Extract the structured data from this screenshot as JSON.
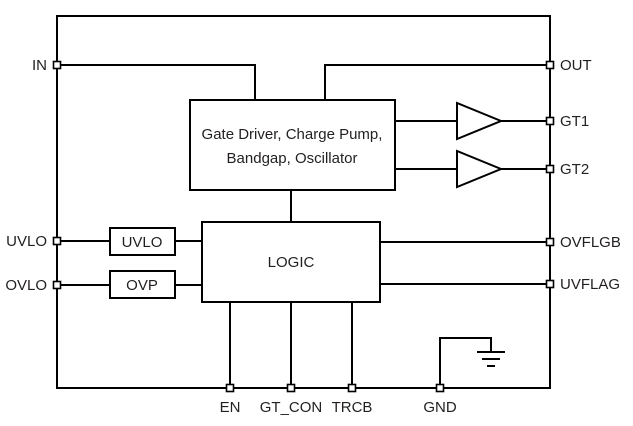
{
  "diagram": {
    "background": "#ffffff",
    "line_color": "#000000",
    "text_color": "#231f20",
    "blocks": {
      "gate_driver": {
        "line1": "Gate Driver, Charge Pump,",
        "line2": "Bandgap, Oscillator"
      },
      "uvlo_block": {
        "label": "UVLO"
      },
      "ovp_block": {
        "label": "OVP"
      },
      "logic_block": {
        "label": "LOGIC"
      }
    },
    "pins": {
      "in": "IN",
      "uvlo": "UVLO",
      "ovlo": "OVLO",
      "out": "OUT",
      "gt1": "GT1",
      "gt2": "GT2",
      "ovflgb": "OVFLGB",
      "uvflag": "UVFLAG",
      "en": "EN",
      "gt_con": "GT_CON",
      "trcb": "TRCB",
      "gnd": "GND"
    }
  }
}
